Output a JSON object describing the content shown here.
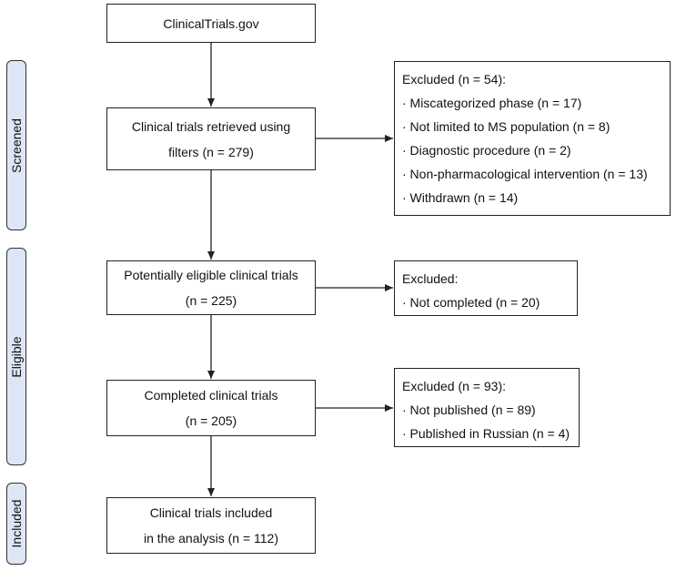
{
  "stages": {
    "screened": "Screened",
    "eligible": "Eligible",
    "included": "Included"
  },
  "main": {
    "source": "ClinicalTrials.gov",
    "retrieved": [
      "Clinical trials retrieved using",
      "filters  (n = 279)"
    ],
    "potential": [
      "Potentially eligible clinical trials",
      "(n = 225)"
    ],
    "completed": [
      "Completed clinical trials",
      "(n = 205)"
    ],
    "included": [
      "Clinical trials included",
      "in the analysis (n = 112)"
    ]
  },
  "excluded": {
    "screen": [
      "Excluded (n = 54):",
      "· Miscategorized phase (n = 17)",
      "· Not limited to MS population (n = 8)",
      "· Diagnostic procedure (n = 2)",
      "· Non-pharmacological intervention (n = 13)",
      "· Withdrawn (n = 14)"
    ],
    "eligible": [
      "Excluded:",
      "· Not completed (n = 20)"
    ],
    "completed": [
      "Excluded (n = 93):",
      "· Not published (n = 89)",
      "· Published in Russian (n = 4)"
    ]
  },
  "colors": {
    "stage_fill": "#dde6f5",
    "border": "#222222"
  }
}
